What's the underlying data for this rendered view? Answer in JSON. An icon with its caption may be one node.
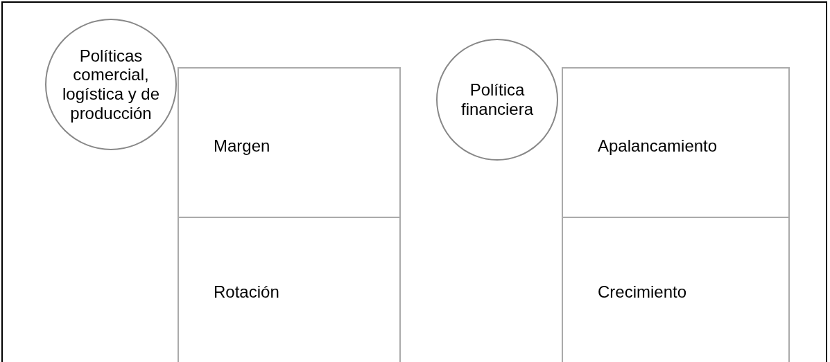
{
  "diagram": {
    "nodes": [
      {
        "text": [
          "Políticas comercial, logística y de producción"
        ]
      },
      {
        "text": [
          "Margen"
        ]
      },
      {
        "text": [
          "Rotación"
        ]
      },
      {
        "text": [
          "Política financiera"
        ]
      },
      {
        "text": [
          "Apalancamiento"
        ]
      },
      {
        "text": [
          "Crecimiento"
        ]
      }
    ]
  }
}
